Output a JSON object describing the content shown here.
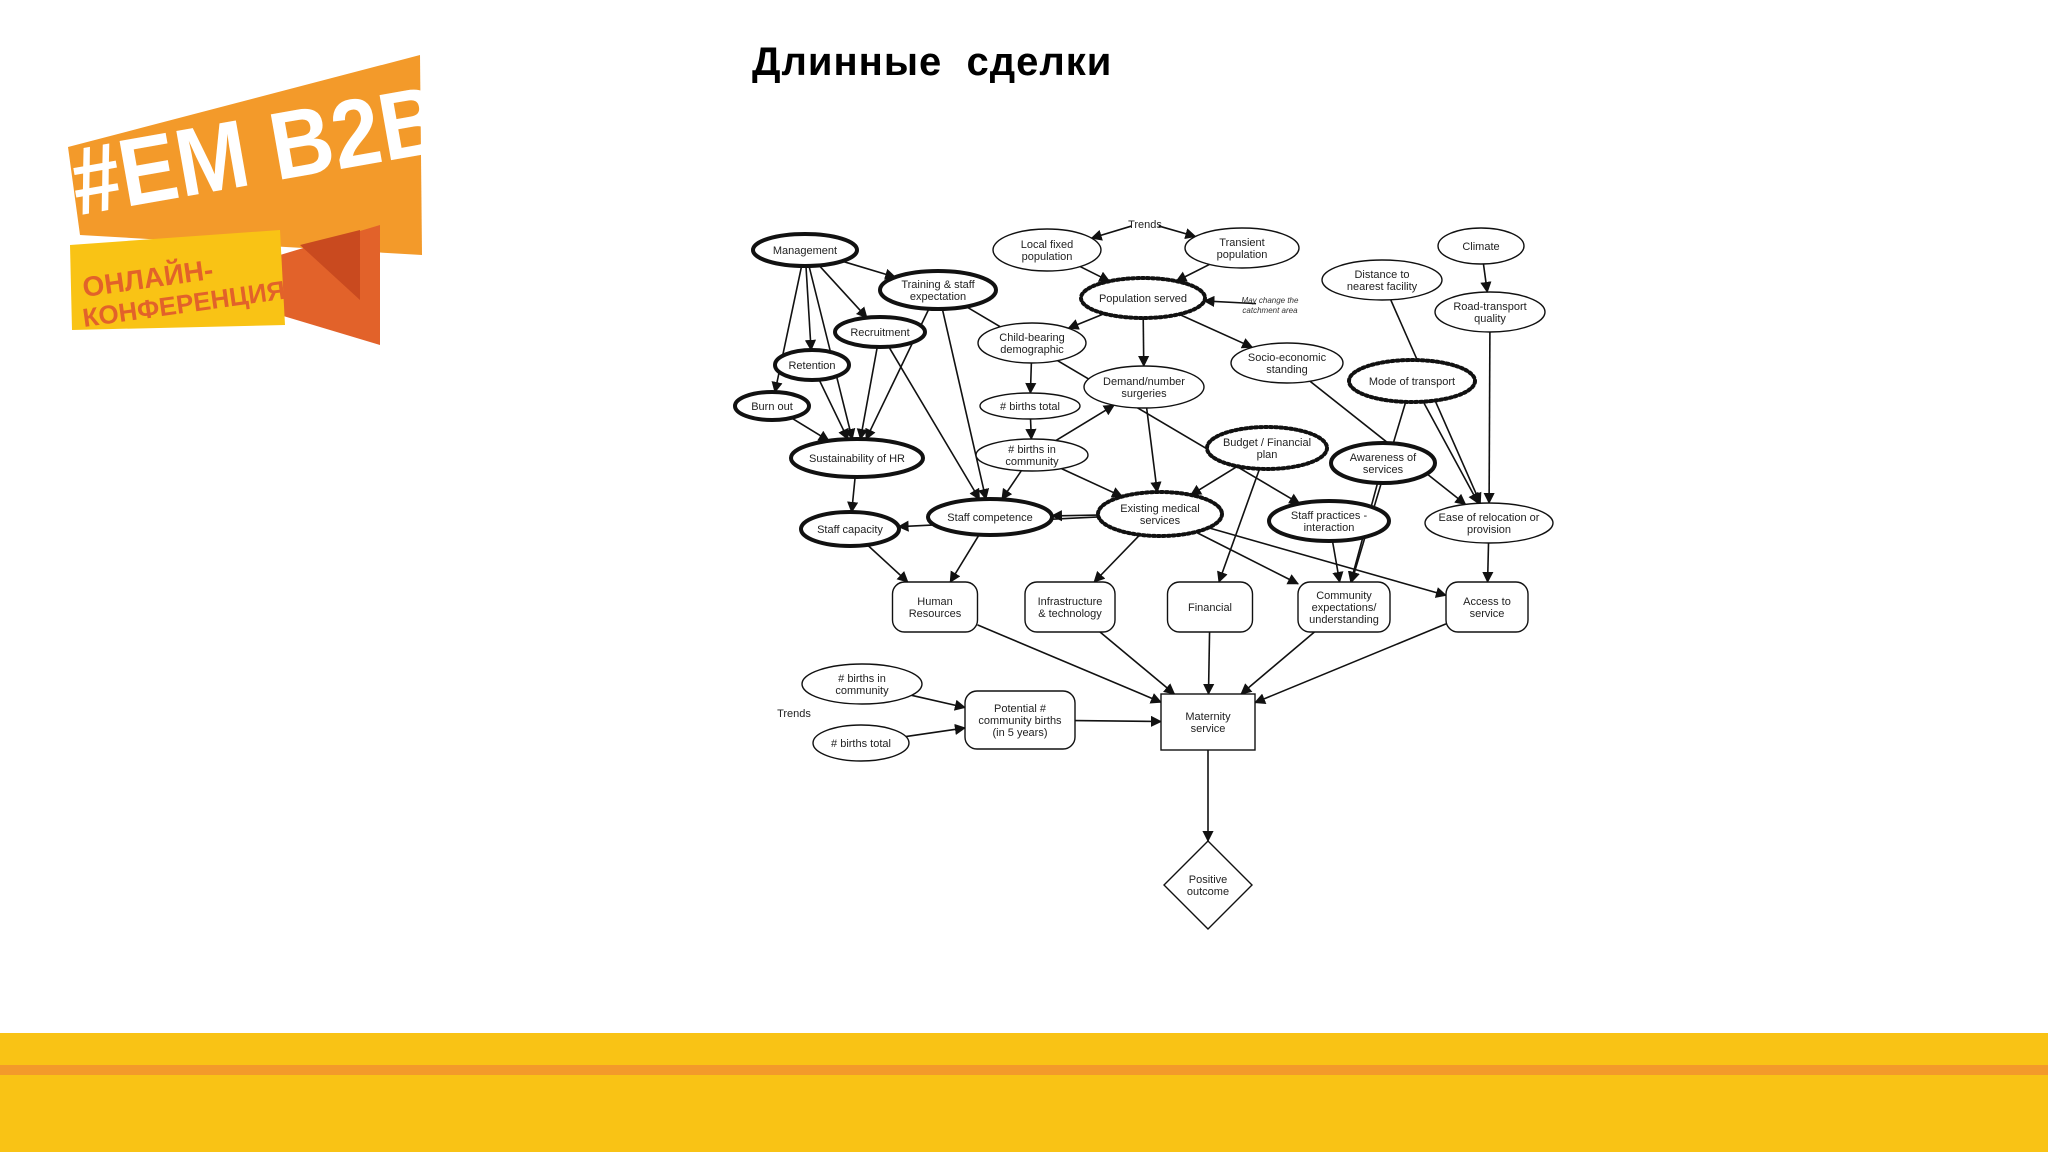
{
  "slide": {
    "title": "Длинные  сделки"
  },
  "logo": {
    "hashtag_text": "#EM B2B",
    "subtitle_line1": "ОНЛАЙН-",
    "subtitle_line2": "КОНФЕРЕНЦИЯ"
  },
  "colors": {
    "logo_orange": "#f39a2a",
    "logo_dark_orange": "#e2622a",
    "logo_yellow": "#f9c315",
    "footer_yellow": "#f9c315",
    "footer_orange": "#f39a2a"
  },
  "diagram": {
    "nodes": [
      {
        "id": "management",
        "lines": [
          "Management"
        ]
      },
      {
        "id": "training",
        "lines": [
          "Training & staff",
          "expectation"
        ]
      },
      {
        "id": "recruitment",
        "lines": [
          "Recruitment"
        ]
      },
      {
        "id": "retention",
        "lines": [
          "Retention"
        ]
      },
      {
        "id": "burnout",
        "lines": [
          "Burn out"
        ]
      },
      {
        "id": "sustain_hr",
        "lines": [
          "Sustainability of HR"
        ]
      },
      {
        "id": "staff_capacity",
        "lines": [
          "Staff capacity"
        ]
      },
      {
        "id": "staff_competence",
        "lines": [
          "Staff competence"
        ]
      },
      {
        "id": "trends_top",
        "lines": [
          "Trends"
        ]
      },
      {
        "id": "local_pop",
        "lines": [
          "Local fixed",
          "population"
        ]
      },
      {
        "id": "transient_pop",
        "lines": [
          "Transient",
          "population"
        ]
      },
      {
        "id": "pop_served",
        "lines": [
          "Population served"
        ]
      },
      {
        "id": "catchment_note",
        "lines": [
          "May change the",
          "catchment area"
        ]
      },
      {
        "id": "child_bearing",
        "lines": [
          "Child-bearing",
          "demographic"
        ]
      },
      {
        "id": "births_total",
        "lines": [
          "# births total"
        ]
      },
      {
        "id": "births_comm",
        "lines": [
          "# births in",
          "community"
        ]
      },
      {
        "id": "demand",
        "lines": [
          "Demand/number",
          "surgeries"
        ]
      },
      {
        "id": "socio",
        "lines": [
          "Socio-economic",
          "standing"
        ]
      },
      {
        "id": "budget",
        "lines": [
          "Budget / Financial",
          "plan"
        ]
      },
      {
        "id": "existing_med",
        "lines": [
          "Existing medical",
          "services"
        ]
      },
      {
        "id": "climate",
        "lines": [
          "Climate"
        ]
      },
      {
        "id": "distance",
        "lines": [
          "Distance to",
          "nearest facility"
        ]
      },
      {
        "id": "road",
        "lines": [
          "Road-transport",
          "quality"
        ]
      },
      {
        "id": "mode_transport",
        "lines": [
          "Mode of transport"
        ]
      },
      {
        "id": "awareness",
        "lines": [
          "Awareness of",
          "services"
        ]
      },
      {
        "id": "staff_practices",
        "lines": [
          "Staff practices -",
          "interaction"
        ]
      },
      {
        "id": "ease_reloc",
        "lines": [
          "Ease of relocation or",
          "provision"
        ]
      },
      {
        "id": "human_res",
        "lines": [
          "Human",
          "Resources"
        ]
      },
      {
        "id": "infra",
        "lines": [
          "Infrastructure",
          "& technology"
        ]
      },
      {
        "id": "financial",
        "lines": [
          "Financial"
        ]
      },
      {
        "id": "community_exp",
        "lines": [
          "Community",
          "expectations/",
          "understanding"
        ]
      },
      {
        "id": "access",
        "lines": [
          "Access to",
          "service"
        ]
      },
      {
        "id": "births_comm2",
        "lines": [
          "# births in",
          "community"
        ]
      },
      {
        "id": "trends_bottom",
        "lines": [
          "Trends"
        ]
      },
      {
        "id": "births_total2",
        "lines": [
          "# births total"
        ]
      },
      {
        "id": "potential",
        "lines": [
          "Potential #",
          "community births",
          "(in 5 years)"
        ]
      },
      {
        "id": "maternity",
        "lines": [
          "Maternity",
          "service"
        ]
      },
      {
        "id": "positive",
        "lines": [
          "Positive",
          "outcome"
        ]
      }
    ]
  }
}
